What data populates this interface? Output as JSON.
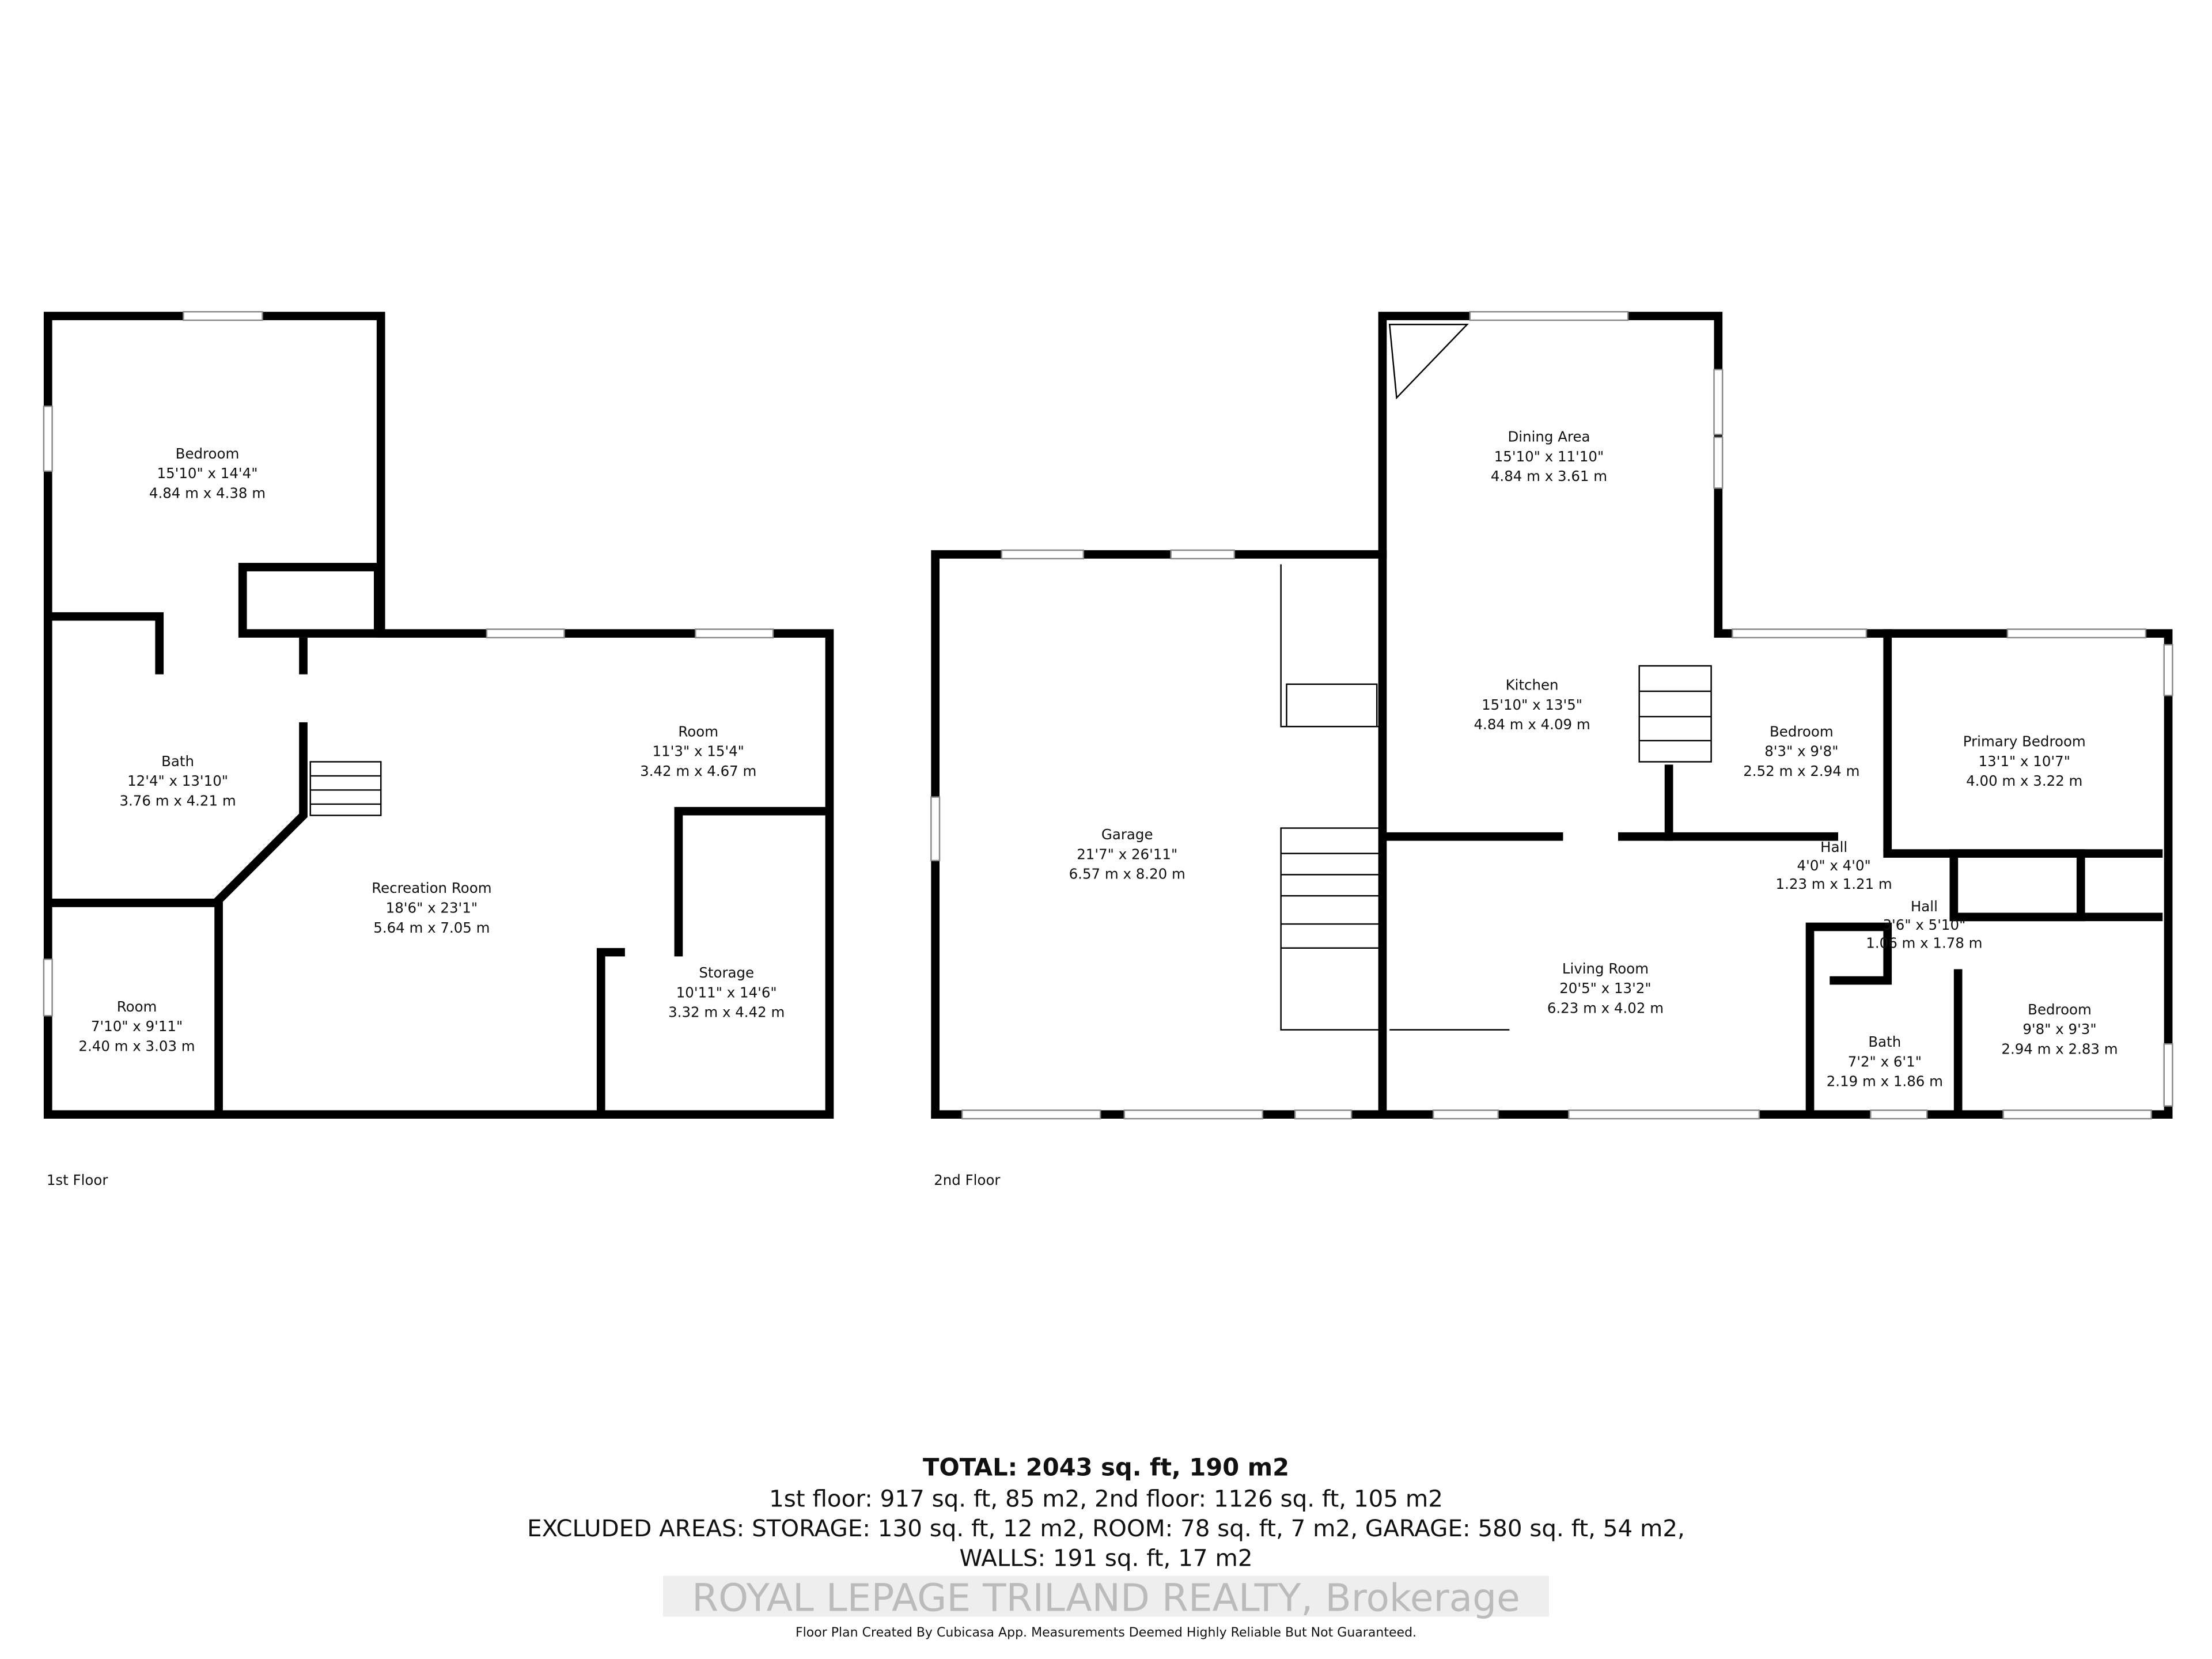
{
  "floors": [
    {
      "label": "1st Floor",
      "rooms": [
        {
          "name": "Bedroom",
          "imperial": "15'10\" x 14'4\"",
          "metric": "4.84 m x 4.38 m"
        },
        {
          "name": "Bath",
          "imperial": "12'4\" x 13'10\"",
          "metric": "3.76 m x 4.21 m"
        },
        {
          "name": "Room",
          "imperial": "11'3\" x 15'4\"",
          "metric": "3.42 m x 4.67 m"
        },
        {
          "name": "Recreation Room",
          "imperial": "18'6\" x 23'1\"",
          "metric": "5.64 m x 7.05 m"
        },
        {
          "name": "Room",
          "imperial": "7'10\" x 9'11\"",
          "metric": "2.40 m x 3.03 m"
        },
        {
          "name": "Storage",
          "imperial": "10'11\" x 14'6\"",
          "metric": "3.32 m x 4.42 m"
        }
      ]
    },
    {
      "label": "2nd Floor",
      "rooms": [
        {
          "name": "Dining Area",
          "imperial": "15'10\" x 11'10\"",
          "metric": "4.84 m x 3.61 m"
        },
        {
          "name": "Kitchen",
          "imperial": "15'10\" x 13'5\"",
          "metric": "4.84 m x 4.09 m"
        },
        {
          "name": "Garage",
          "imperial": "21'7\" x 26'11\"",
          "metric": "6.57 m x 8.20 m"
        },
        {
          "name": "Bedroom",
          "imperial": "8'3\" x 9'8\"",
          "metric": "2.52 m x 2.94 m"
        },
        {
          "name": "Primary Bedroom",
          "imperial": "13'1\" x 10'7\"",
          "metric": "4.00 m x 3.22 m"
        },
        {
          "name": "Hall",
          "imperial": "4'0\" x 4'0\"",
          "metric": "1.23 m x 1.21 m"
        },
        {
          "name": "Hall",
          "imperial": "3'6\" x 5'10\"",
          "metric": "1.06 m x 1.78 m"
        },
        {
          "name": "Living Room",
          "imperial": "20'5\" x 13'2\"",
          "metric": "6.23 m x 4.02 m"
        },
        {
          "name": "Bath",
          "imperial": "7'2\" x 6'1\"",
          "metric": "2.19 m x 1.86 m"
        },
        {
          "name": "Bedroom",
          "imperial": "9'8\" x 9'3\"",
          "metric": "2.94 m x 2.83 m"
        }
      ]
    }
  ],
  "summary": {
    "total": "TOTAL: 2043 sq. ft, 190 m2",
    "floors_line": "1st floor: 917 sq. ft, 85 m2, 2nd floor: 1126 sq. ft, 105 m2",
    "excluded_line": "EXCLUDED AREAS: STORAGE: 130 sq. ft, 12 m2, ROOM: 78 sq. ft, 7 m2, GARAGE: 580 sq. ft, 54 m2,",
    "walls_line": "WALLS: 191 sq. ft, 17 m2",
    "watermark": "ROYAL LEPAGE TRILAND REALTY, Brokerage",
    "disclaimer": "Floor Plan Created By Cubicasa App. Measurements Deemed Highly Reliable But Not Guaranteed."
  }
}
